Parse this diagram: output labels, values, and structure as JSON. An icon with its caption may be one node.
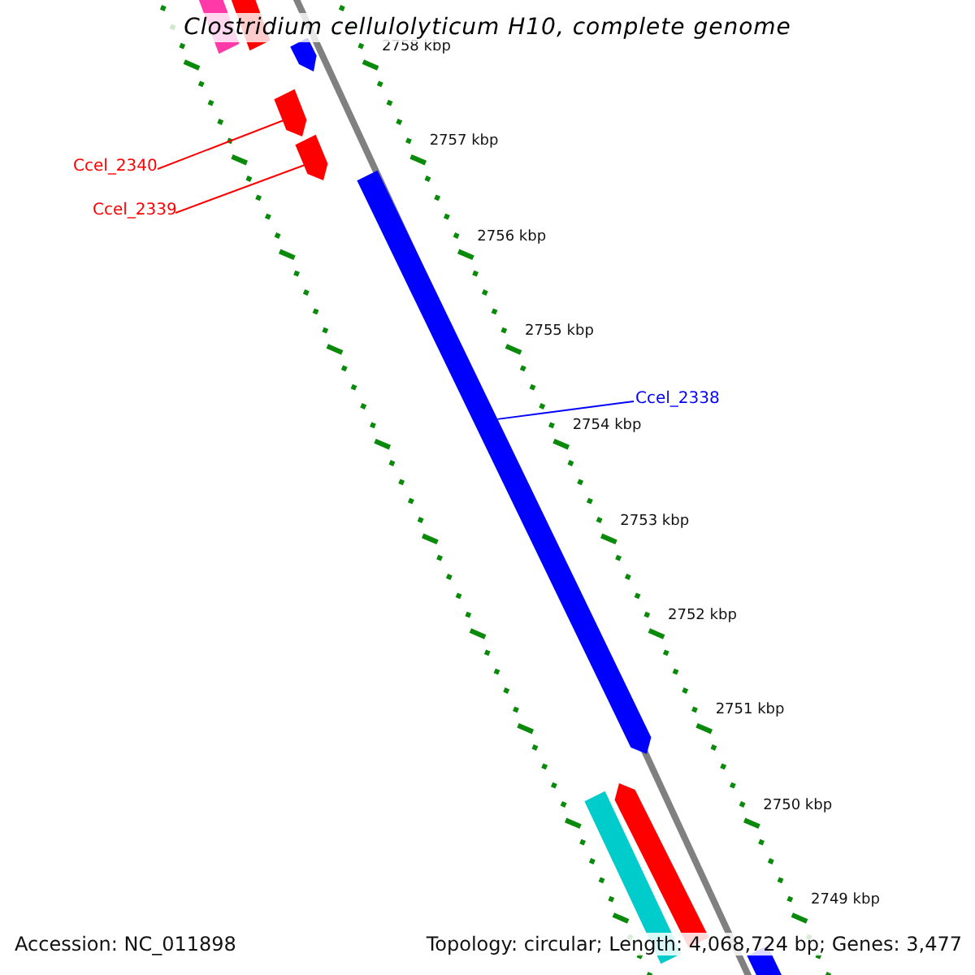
{
  "diagram": {
    "title": "Clostridium cellulolyticum H10, complete genome",
    "nodes": [
      {
        "text": [
          "Ccel_2340"
        ]
      },
      {
        "text": [],
        "shape": "bar"
      },
      {
        "text": [
          "Ccel_2339"
        ]
      },
      {
        "text": [],
        "shape": "bar"
      },
      {
        "text": [
          "Ccel_2338"
        ]
      },
      {
        "text": [],
        "shape": "bar"
      }
    ],
    "edges": [
      {
        "from": 0,
        "to": 1,
        "arrow": "none"
      },
      {
        "from": 2,
        "to": 3,
        "arrow": "none"
      },
      {
        "from": 4,
        "to": 5,
        "arrow": "none",
        "color": "#0000ff"
      }
    ],
    "labels": [
      "2758 kbp",
      "2757 kbp",
      "2756 kbp",
      "2755 kbp",
      "2754 kbp",
      "2753 kbp",
      "2752 kbp",
      "2751 kbp",
      "2750 kbp",
      "2749 kbp",
      "Accession: NC_011898",
      "Topology: circular; Length: 4,068,724 bp; Genes: 3,477"
    ]
  }
}
